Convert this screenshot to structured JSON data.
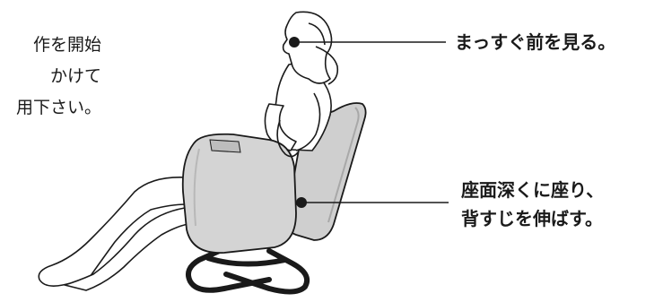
{
  "left_text": [
    "作を開始",
    "かけて",
    "用下さい。"
  ],
  "annotations": {
    "head": "まっすぐ前を見る。",
    "seat_line1": "座面深くに座り、",
    "seat_line2": "背すじを伸ばす。"
  },
  "colors": {
    "line": "#1a1a1a",
    "chair_fill": "#d4d4d4",
    "chair_shade": "#bdbdbd",
    "background": "#ffffff"
  }
}
